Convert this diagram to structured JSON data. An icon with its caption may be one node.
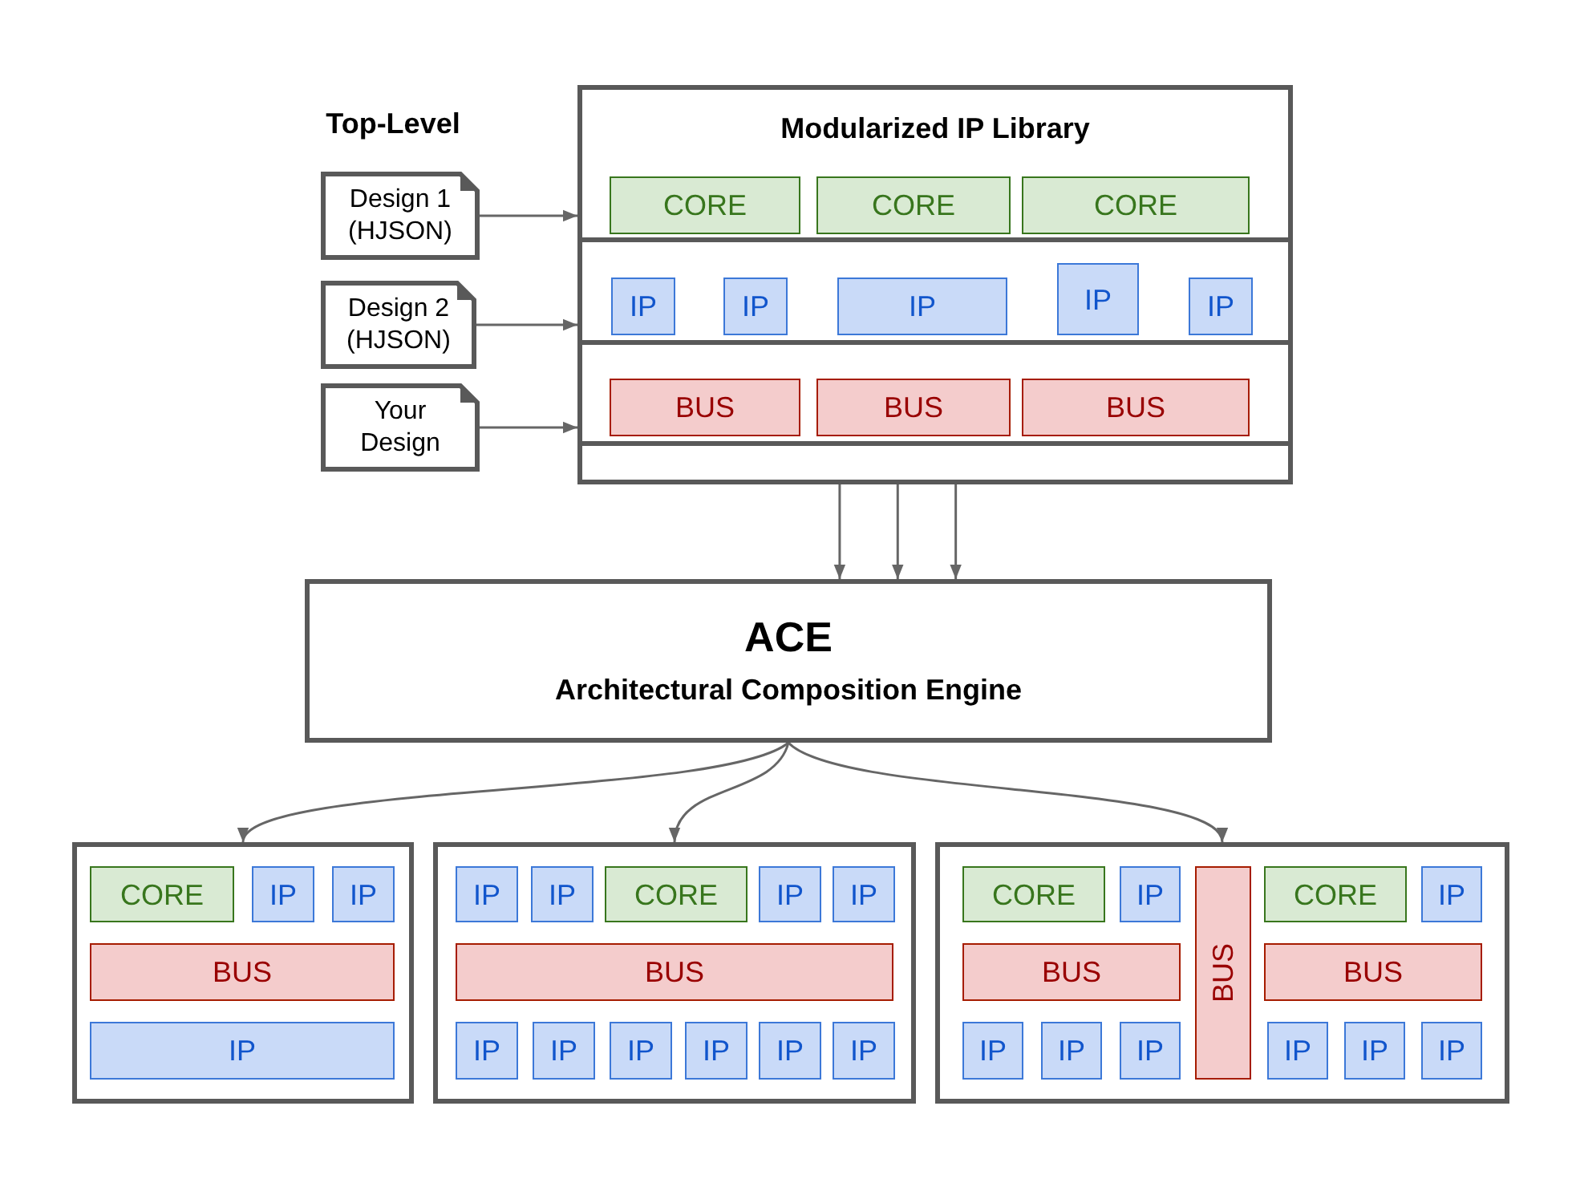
{
  "diagram": {
    "nodes": [
      {
        "text": [
          "Design 1 (HJSON)"
        ]
      },
      {
        "text": [
          "Design 2 (HJSON)"
        ]
      },
      {
        "text": [
          "Your Design"
        ]
      },
      {
        "text": [
          "Modularized IP Library"
        ]
      },
      {
        "text": [
          "CORE"
        ],
        "in": 3
      },
      {
        "text": [
          "CORE"
        ],
        "in": 3
      },
      {
        "text": [
          "CORE"
        ],
        "in": 3
      },
      {
        "text": [
          "IP"
        ],
        "in": 3
      },
      {
        "text": [
          "IP"
        ],
        "in": 3
      },
      {
        "text": [
          "IP"
        ],
        "in": 3
      },
      {
        "text": [
          "IP"
        ],
        "in": 3
      },
      {
        "text": [
          "IP"
        ],
        "in": 3
      },
      {
        "text": [
          "BUS"
        ],
        "in": 3
      },
      {
        "text": [
          "BUS"
        ],
        "in": 3
      },
      {
        "text": [
          "BUS"
        ],
        "in": 3
      },
      {
        "text": [
          "ACE",
          "Architectural Composition Engine"
        ]
      },
      {
        "text": [],
        "shape": "box"
      },
      {
        "text": [
          "CORE"
        ],
        "in": 16
      },
      {
        "text": [
          "IP"
        ],
        "in": 16
      },
      {
        "text": [
          "IP"
        ],
        "in": 16
      },
      {
        "text": [
          "BUS"
        ],
        "in": 16
      },
      {
        "text": [
          "IP"
        ],
        "in": 16
      },
      {
        "text": [],
        "shape": "box"
      },
      {
        "text": [
          "IP"
        ],
        "in": 22
      },
      {
        "text": [
          "IP"
        ],
        "in": 22
      },
      {
        "text": [
          "CORE"
        ],
        "in": 22
      },
      {
        "text": [
          "IP"
        ],
        "in": 22
      },
      {
        "text": [
          "IP"
        ],
        "in": 22
      },
      {
        "text": [
          "BUS"
        ],
        "in": 22
      },
      {
        "text": [
          "IP"
        ],
        "in": 22
      },
      {
        "text": [
          "IP"
        ],
        "in": 22
      },
      {
        "text": [
          "IP"
        ],
        "in": 22
      },
      {
        "text": [
          "IP"
        ],
        "in": 22
      },
      {
        "text": [
          "IP"
        ],
        "in": 22
      },
      {
        "text": [
          "IP"
        ],
        "in": 22
      },
      {
        "text": [],
        "shape": "box"
      },
      {
        "text": [
          "CORE"
        ],
        "in": 35
      },
      {
        "text": [
          "IP"
        ],
        "in": 35
      },
      {
        "text": [
          "BUS"
        ],
        "in": 35
      },
      {
        "text": [
          "CORE"
        ],
        "in": 35
      },
      {
        "text": [
          "IP"
        ],
        "in": 35
      },
      {
        "text": [
          "BUS"
        ],
        "in": 35
      },
      {
        "text": [
          "BUS"
        ],
        "in": 35
      },
      {
        "text": [
          "IP"
        ],
        "in": 35
      },
      {
        "text": [
          "IP"
        ],
        "in": 35
      },
      {
        "text": [
          "IP"
        ],
        "in": 35
      },
      {
        "text": [
          "IP"
        ],
        "in": 35
      },
      {
        "text": [
          "IP"
        ],
        "in": 35
      },
      {
        "text": [
          "IP"
        ],
        "in": 35
      }
    ],
    "edges": [
      {
        "from": 0,
        "to": 3,
        "arrow": "to"
      },
      {
        "from": 1,
        "to": 3,
        "arrow": "to"
      },
      {
        "from": 2,
        "to": 3,
        "arrow": "to"
      },
      {
        "from": 3,
        "to": 15,
        "arrow": "to"
      },
      {
        "from": 3,
        "to": 15,
        "arrow": "to"
      },
      {
        "from": 3,
        "to": 15,
        "arrow": "to"
      },
      {
        "from": 15,
        "to": 16,
        "arrow": "to"
      },
      {
        "from": 15,
        "to": 22,
        "arrow": "to"
      },
      {
        "from": 15,
        "to": 35,
        "arrow": "to"
      }
    ],
    "labels": [
      "Top-Level"
    ]
  }
}
